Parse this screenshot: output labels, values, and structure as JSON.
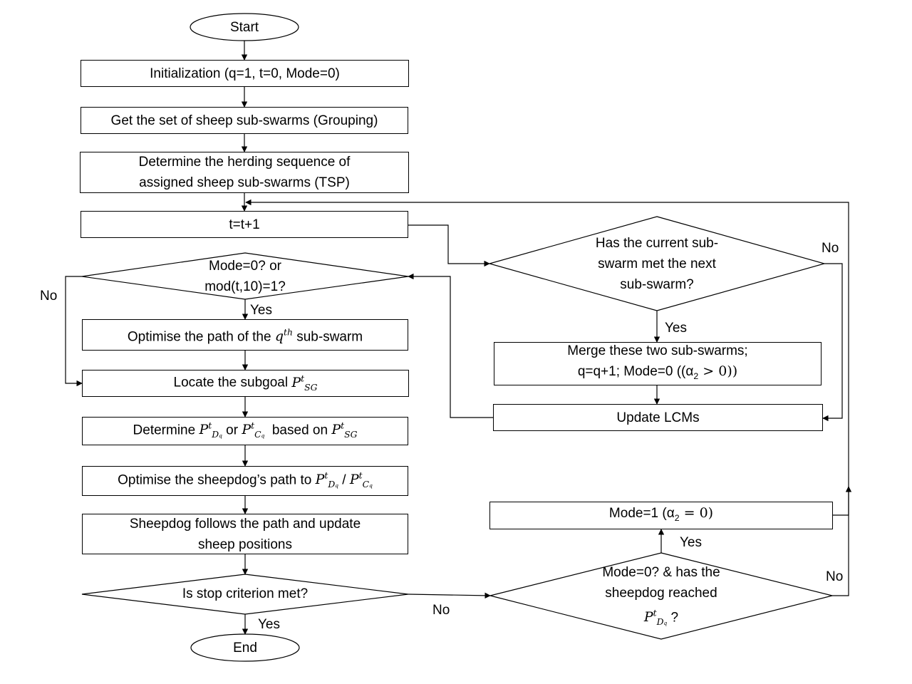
{
  "diagram": {
    "type": "flowchart",
    "nodes": {
      "start": "Start",
      "init": "Initialization (q=1, t=0, Mode=0)",
      "grouping": "Get the set of sheep sub-swarms (Grouping)",
      "tsp_line1": "Determine the herding sequence of",
      "tsp_line2": "assigned sheep sub-swarms (TSP)",
      "tick": "t=t+1",
      "decision_mode_line1": "Mode=0? or",
      "decision_mode_line2": "mod(t,10)=1?",
      "optimise_path_prefix": "Optimise the path of the ",
      "optimise_path_var": "q",
      "optimise_path_sup": "th",
      "optimise_path_suffix": " sub-swarm",
      "subgoal_prefix": "Locate the subgoal ",
      "determine_prefix": "Determine ",
      "determine_or": " or ",
      "determine_based": "  based on ",
      "sheepdog_path_prefix": "Optimise the sheepdog’s path to ",
      "sheepdog_path_sep": " / ",
      "follow_line1": "Sheepdog follows the path and update",
      "follow_line2": "sheep positions",
      "stop_decision": "Is stop criterion met?",
      "end": "End",
      "met_decision_line1": "Has the current sub-",
      "met_decision_line2": "swarm met the next",
      "met_decision_line3": "sub-swarm?",
      "merge_line1": "Merge these two sub-swarms;",
      "merge_line2_prefix": "q=q+1; Mode=0 ((",
      "merge_line2_alpha": "α",
      "merge_line2_alpha_sub": "2",
      "merge_line2_suffix": " > 0))",
      "update_lcms": "Update LCMs",
      "mode1_prefix": "Mode=1 (",
      "mode1_alpha": "α",
      "mode1_alpha_sub": "2",
      "mode1_suffix": " = 0)",
      "reached_line1": "Mode=0? & has the",
      "reached_line2": "sheepdog reached",
      "reached_q": " ?"
    },
    "math": {
      "P": "P",
      "t": "t",
      "SG": "SG",
      "D": "D",
      "C": "C",
      "q": "q"
    },
    "edge_labels": {
      "mode_yes": "Yes",
      "mode_no": "No",
      "met_yes": "Yes",
      "met_no": "No",
      "stop_yes": "Yes",
      "stop_no": "No",
      "reached_yes": "Yes",
      "reached_no": "No"
    }
  }
}
